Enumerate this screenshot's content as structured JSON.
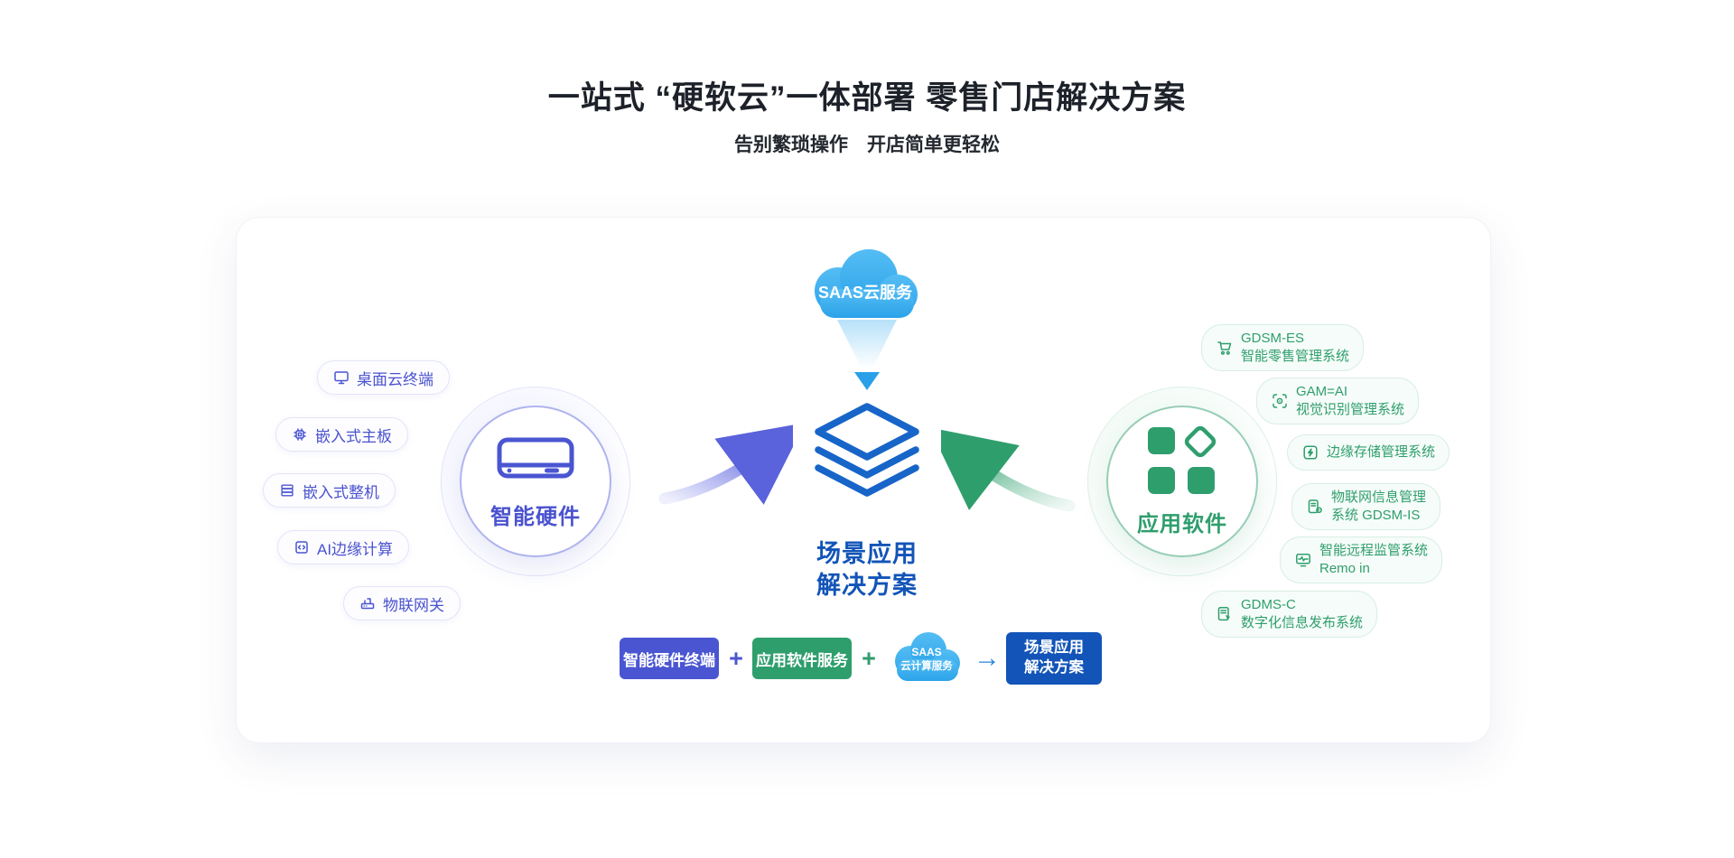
{
  "page": {
    "title": "一站式 “硬软云”一体部署 零售门店解决方案",
    "subtitle": "告别繁琐操作　开店简单更轻松"
  },
  "cloud": {
    "label": "SAAS云服务",
    "icon": "cloud-icon"
  },
  "center": {
    "line1": "场景应用",
    "line2": "解决方案",
    "icon": "layer-stack-icon"
  },
  "hardware": {
    "label": "智能硬件",
    "icon": "mini-pc-icon",
    "items": [
      {
        "label": "桌面云终端",
        "icon": "desktop-terminal-icon"
      },
      {
        "label": "嵌入式主板",
        "icon": "chip-icon"
      },
      {
        "label": "嵌入式整机",
        "icon": "embedded-machine-icon"
      },
      {
        "label": "AI边缘计算",
        "icon": "ai-edge-icon"
      },
      {
        "label": "物联网关",
        "icon": "iot-gateway-icon"
      }
    ]
  },
  "software": {
    "label": "应用软件",
    "icon": "app-grid-icon",
    "items": [
      {
        "line1": "GDSM-ES",
        "line2": "智能零售管理系统",
        "icon": "retail-cart-icon"
      },
      {
        "line1": "GAM=AI",
        "line2": "视觉识别管理系统",
        "icon": "vision-scan-icon"
      },
      {
        "line1": "边缘存储管理系统",
        "line2": "",
        "icon": "edge-storage-icon"
      },
      {
        "line1": "物联网信息管理",
        "line2": "系统 GDSM-IS",
        "icon": "iot-info-icon"
      },
      {
        "line1": "智能远程监管系统",
        "line2": "Remo in",
        "icon": "remote-monitor-icon"
      },
      {
        "line1": "GDMS-C",
        "line2": "数字化信息发布系统",
        "icon": "digital-publish-icon"
      }
    ]
  },
  "formula": {
    "hardware_label": "智能硬件终端",
    "plus": "+",
    "software_label": "应用软件服务",
    "saas_line1": "SAAS",
    "saas_line2": "云计算服务",
    "arrow": "→",
    "result_line1": "场景应用",
    "result_line2": "解决方案"
  },
  "colors": {
    "indigo": "#4a55d2",
    "green": "#2f9e6d",
    "sky_blue": "#3fb0f0",
    "deep_blue": "#1254b8",
    "stack_blue": "#1765c8"
  }
}
